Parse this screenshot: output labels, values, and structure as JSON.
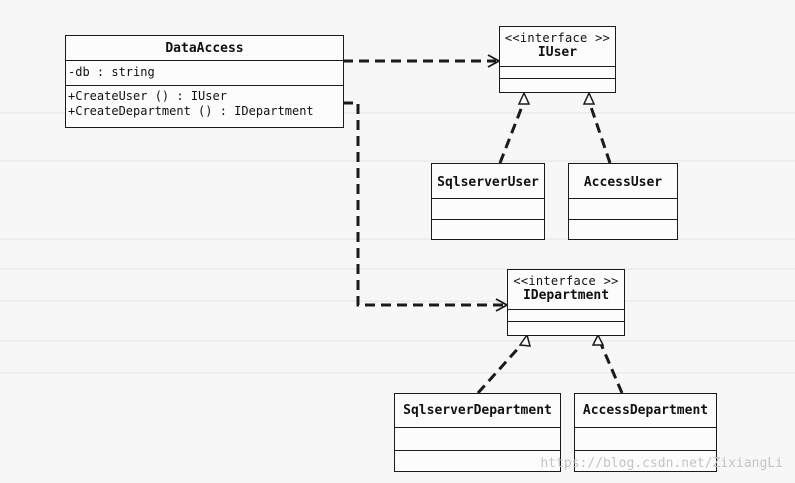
{
  "classes": {
    "data_access": {
      "name": "DataAccess",
      "attributes": [
        "-db : string"
      ],
      "operations": [
        "+CreateUser () : IUser",
        "+CreateDepartment () : IDepartment"
      ]
    },
    "iuser": {
      "stereotype": "<<interface >>",
      "name": "IUser"
    },
    "sqlserver_user": {
      "name": "SqlserverUser"
    },
    "access_user": {
      "name": "AccessUser"
    },
    "idepartment": {
      "stereotype": "<<interface >>",
      "name": "IDepartment"
    },
    "sqlserver_department": {
      "name": "SqlserverDepartment"
    },
    "access_department": {
      "name": "AccessDepartment"
    }
  },
  "relations": {
    "dependency": [
      "DataAccess -> IUser",
      "DataAccess -> IDepartment"
    ],
    "realization": [
      "SqlserverUser -> IUser",
      "AccessUser -> IUser",
      "SqlserverDepartment -> IDepartment",
      "AccessDepartment -> IDepartment"
    ]
  },
  "watermark": "https://blog.csdn.net/ZixiangLi"
}
